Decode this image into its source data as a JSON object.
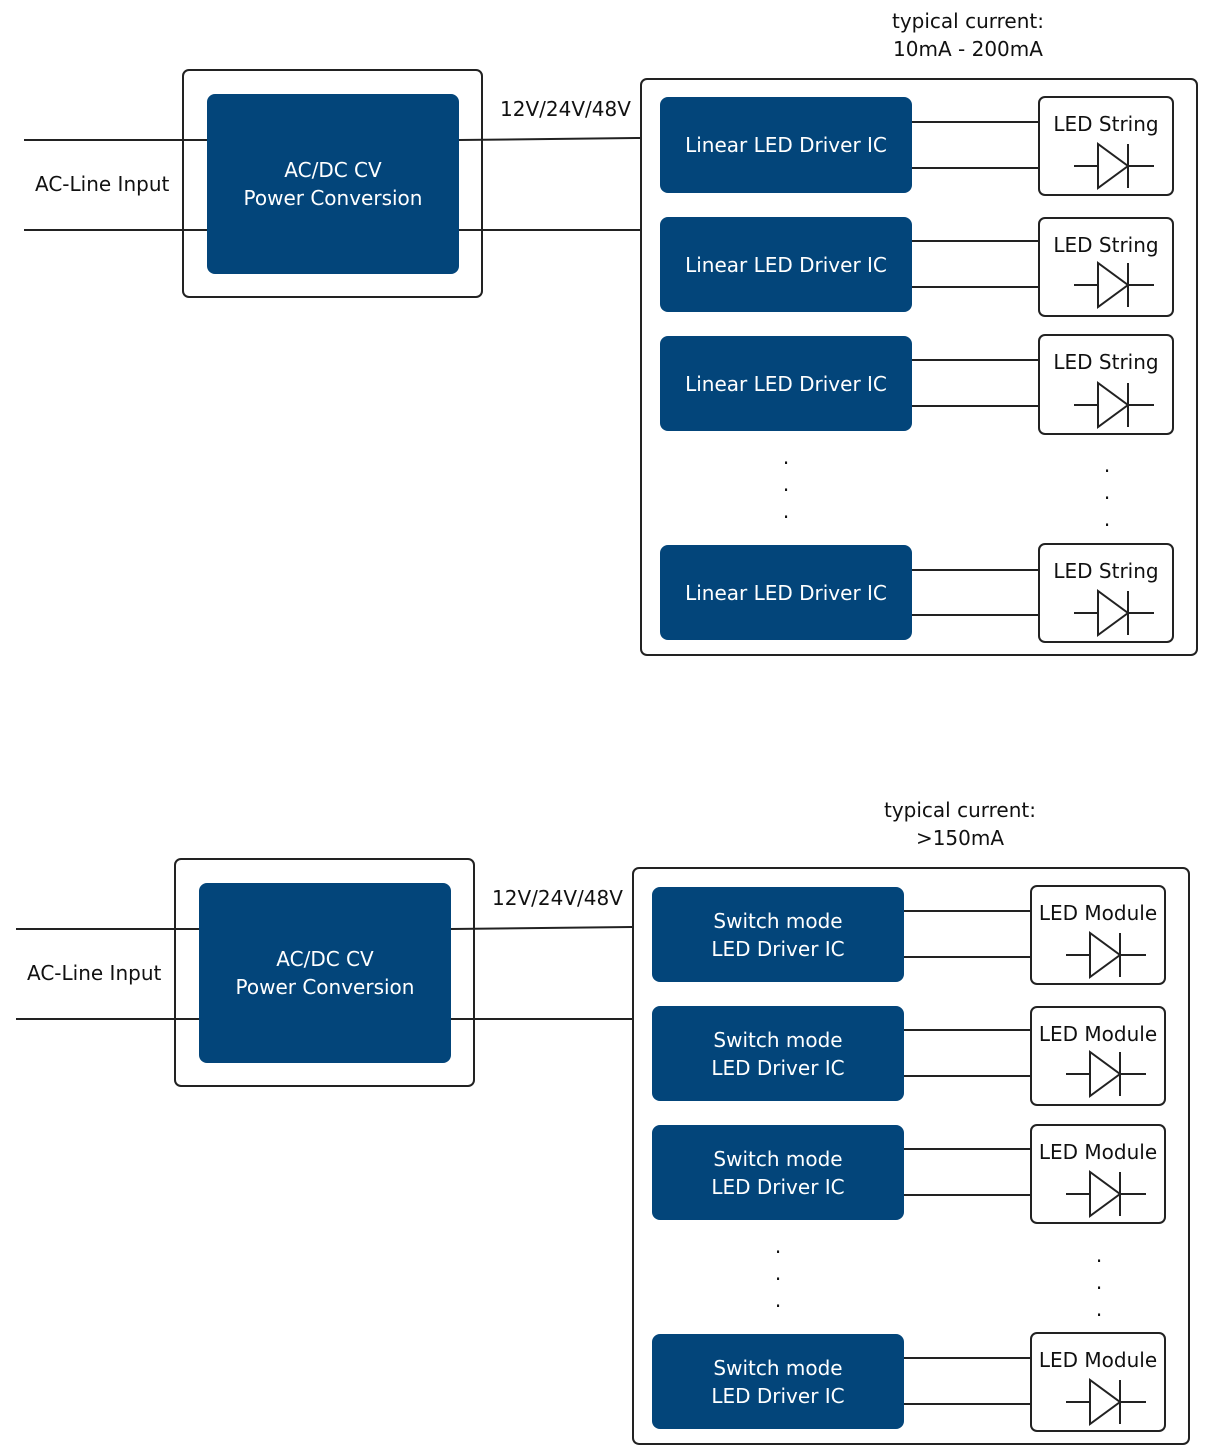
{
  "top": {
    "input_label": "AC-Line Input",
    "converter_line1": "AC/DC CV",
    "converter_line2": "Power Conversion",
    "voltage_label": "12V/24V/48V",
    "current_line1": "typical current:",
    "current_line2": "10mA - 200mA",
    "driver_label": "Linear LED Driver IC",
    "load_label": "LED String",
    "ellipsis": "·"
  },
  "bottom": {
    "input_label": "AC-Line Input",
    "converter_line1": "AC/DC CV",
    "converter_line2": "Power Conversion",
    "voltage_label": "12V/24V/48V",
    "current_line1": "typical current:",
    "current_line2": ">150mA",
    "driver_line1": "Switch mode",
    "driver_line2": "LED Driver IC",
    "load_label": "LED Module",
    "ellipsis": "·"
  },
  "colors": {
    "block": "#03457a",
    "line": "#222222"
  }
}
